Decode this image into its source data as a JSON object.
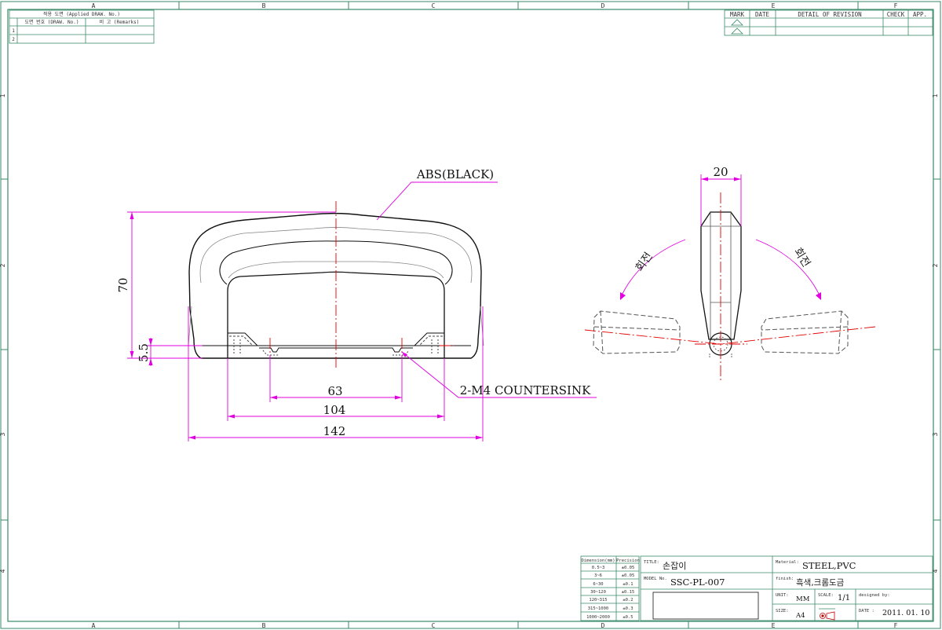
{
  "border": {
    "columns": [
      "A",
      "B",
      "C",
      "D",
      "E",
      "F"
    ],
    "rows": [
      "1",
      "2",
      "3",
      "4"
    ]
  },
  "applied_table": {
    "title": "적용 도면 (Applied DRAW. No.)",
    "col_no": "도면 번호 (DRAW. No.)",
    "col_remarks": "비 고 (Remarks)",
    "rows": [
      "1",
      "2"
    ]
  },
  "revision_table": {
    "mark": "MARK",
    "date": "DATE",
    "detail": "DETAIL OF REVISION",
    "check": "CHECK",
    "app": "APP."
  },
  "callouts": {
    "material": "ABS(BLACK)",
    "holes": "2-M4 COUNTERSINK",
    "rotate_left": "회전",
    "rotate_right": "회전"
  },
  "dimensions": {
    "height": "70",
    "base": "5.5",
    "hole_pitch": "63",
    "inner_width": "104",
    "overall_width": "142",
    "side_width": "20"
  },
  "tolerance_table": {
    "header_dim": "Dimension(mm)",
    "header_prec": "Precision",
    "rows": [
      {
        "range": "0.5~3",
        "tol": "±0.05"
      },
      {
        "range": "3~6",
        "tol": "±0.05"
      },
      {
        "range": "6~30",
        "tol": "±0.1"
      },
      {
        "range": "30~120",
        "tol": "±0.15"
      },
      {
        "range": "120~315",
        "tol": "±0.2"
      },
      {
        "range": "315~1000",
        "tol": "±0.3"
      },
      {
        "range": "1000~2000",
        "tol": "±0.5"
      }
    ]
  },
  "title_block": {
    "title_label": "TITLE:",
    "title_value": "손잡이",
    "model_label": "MODEL No.",
    "model_value": "SSC-PL-007",
    "material_label": "Material:",
    "material_value": "STEEL,PVC",
    "finish_label": "finish:",
    "finish_value": "흑색,크롬도금",
    "unit_label": "UNIT:",
    "unit_value": "MM",
    "scale_label": "SCALE:",
    "scale_value": "1/1",
    "designed_label": "designed by:",
    "size_label": "SIZE:",
    "size_value": "A4",
    "date_label": "DATE :",
    "date_value": "2011. 01. 10"
  },
  "colors": {
    "frame": "#3a8a6a",
    "dimension": "#e000e0",
    "centerline": "#e00000",
    "outline": "#111111",
    "phantom": "#555555"
  }
}
